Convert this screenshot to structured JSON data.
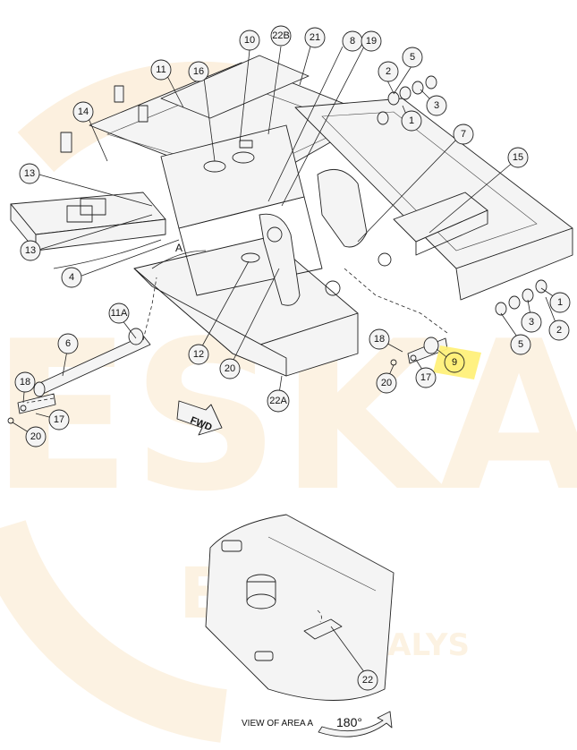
{
  "diagram": {
    "watermark": {
      "big_text": "ESKA",
      "small_text": "DALYS"
    },
    "fwd_label": "FWD",
    "area_label": "A",
    "caption": "VIEW OF AREA A",
    "rotation": "180°",
    "highlight_color": "#fff07a",
    "watermark_color": "#f3c98a",
    "callouts": [
      {
        "id": "c10",
        "text": "10"
      },
      {
        "id": "c22B",
        "text": "22B"
      },
      {
        "id": "c21",
        "text": "21"
      },
      {
        "id": "c8",
        "text": "8"
      },
      {
        "id": "c19",
        "text": "19"
      },
      {
        "id": "c5a",
        "text": "5"
      },
      {
        "id": "c11",
        "text": "11"
      },
      {
        "id": "c16",
        "text": "16"
      },
      {
        "id": "c2a",
        "text": "2"
      },
      {
        "id": "c3a",
        "text": "3"
      },
      {
        "id": "c1a",
        "text": "1"
      },
      {
        "id": "c14",
        "text": "14"
      },
      {
        "id": "c7",
        "text": "7"
      },
      {
        "id": "c15",
        "text": "15"
      },
      {
        "id": "c13a",
        "text": "13"
      },
      {
        "id": "c13b",
        "text": "13"
      },
      {
        "id": "c4",
        "text": "4"
      },
      {
        "id": "c11A",
        "text": "11A"
      },
      {
        "id": "c1b",
        "text": "1"
      },
      {
        "id": "c3b",
        "text": "3"
      },
      {
        "id": "c2b",
        "text": "2"
      },
      {
        "id": "c5b",
        "text": "5"
      },
      {
        "id": "c18a",
        "text": "18"
      },
      {
        "id": "c9",
        "text": "9"
      },
      {
        "id": "c6",
        "text": "6"
      },
      {
        "id": "c12",
        "text": "12"
      },
      {
        "id": "c20a",
        "text": "20"
      },
      {
        "id": "c17a",
        "text": "17"
      },
      {
        "id": "c20b",
        "text": "20"
      },
      {
        "id": "c18b",
        "text": "18"
      },
      {
        "id": "c17b",
        "text": "17"
      },
      {
        "id": "c20c",
        "text": "20"
      },
      {
        "id": "c22A",
        "text": "22A"
      },
      {
        "id": "c22",
        "text": "22"
      }
    ]
  }
}
